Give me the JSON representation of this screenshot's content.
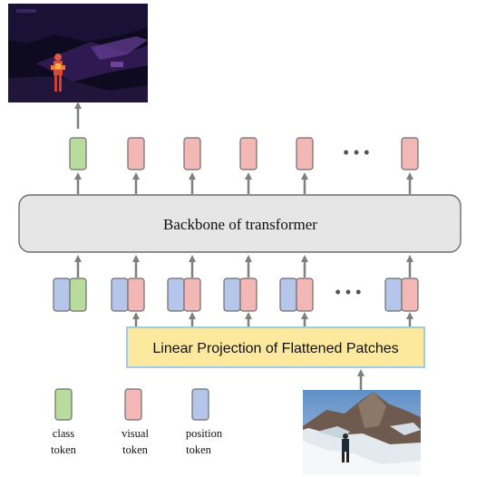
{
  "backbone": {
    "label": "Backbone of  transformer"
  },
  "projection": {
    "label": "Linear Projection of Flattened Patches"
  },
  "ellipsis": "• • •",
  "legend": {
    "class": {
      "line1": "class",
      "line2": "token"
    },
    "visual": {
      "line1": "visual",
      "line2": "token"
    },
    "position": {
      "line1": "position",
      "line2": "token"
    }
  },
  "colors": {
    "class_token": "#b9dc9c",
    "visual_token": "#f3b8b5",
    "position_token": "#b6c6eb",
    "projection_fill": "#fde99e",
    "projection_border": "#9fcbe6",
    "backbone_fill": "#e6e6e6",
    "arrow": "#7f7f7f"
  },
  "images": {
    "output": "heat-map-output",
    "input": "mountain-photo-input"
  }
}
